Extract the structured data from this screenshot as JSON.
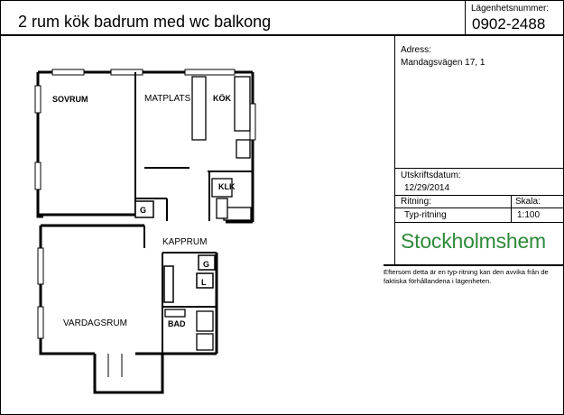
{
  "header": {
    "title": "2 rum kök badrum med wc balkong",
    "apartment_number_label": "Lägenhetsnummer:",
    "apartment_number": "0902-2488"
  },
  "info": {
    "address_label": "Adress:",
    "address": "Mandagsvägen 17, 1",
    "print_date_label": "Utskriftsdatum:",
    "print_date": "12/29/2014",
    "drawing_label": "Ritning:",
    "drawing": "Typ-ritning",
    "scale_label": "Skala:",
    "scale": "1:100",
    "brand": "Stockholmshem",
    "brand_color": "#2f8a3a",
    "disclaimer": "Eftersom detta är en typ-ritning kan den avvika från de faktiska förhållandena i lägenheten."
  },
  "floorplan": {
    "rooms": {
      "sovrum": "SOVRUM",
      "matplats": "MATPLATS",
      "kok": "KÖK",
      "klk": "KLK",
      "kapprum": "KAPPRUM",
      "vardagsrum": "VARDAGSRUM",
      "bad": "BAD"
    },
    "fixtures": {
      "g_bedroom": "G",
      "g_hall": "G",
      "l_hall": "L"
    }
  }
}
